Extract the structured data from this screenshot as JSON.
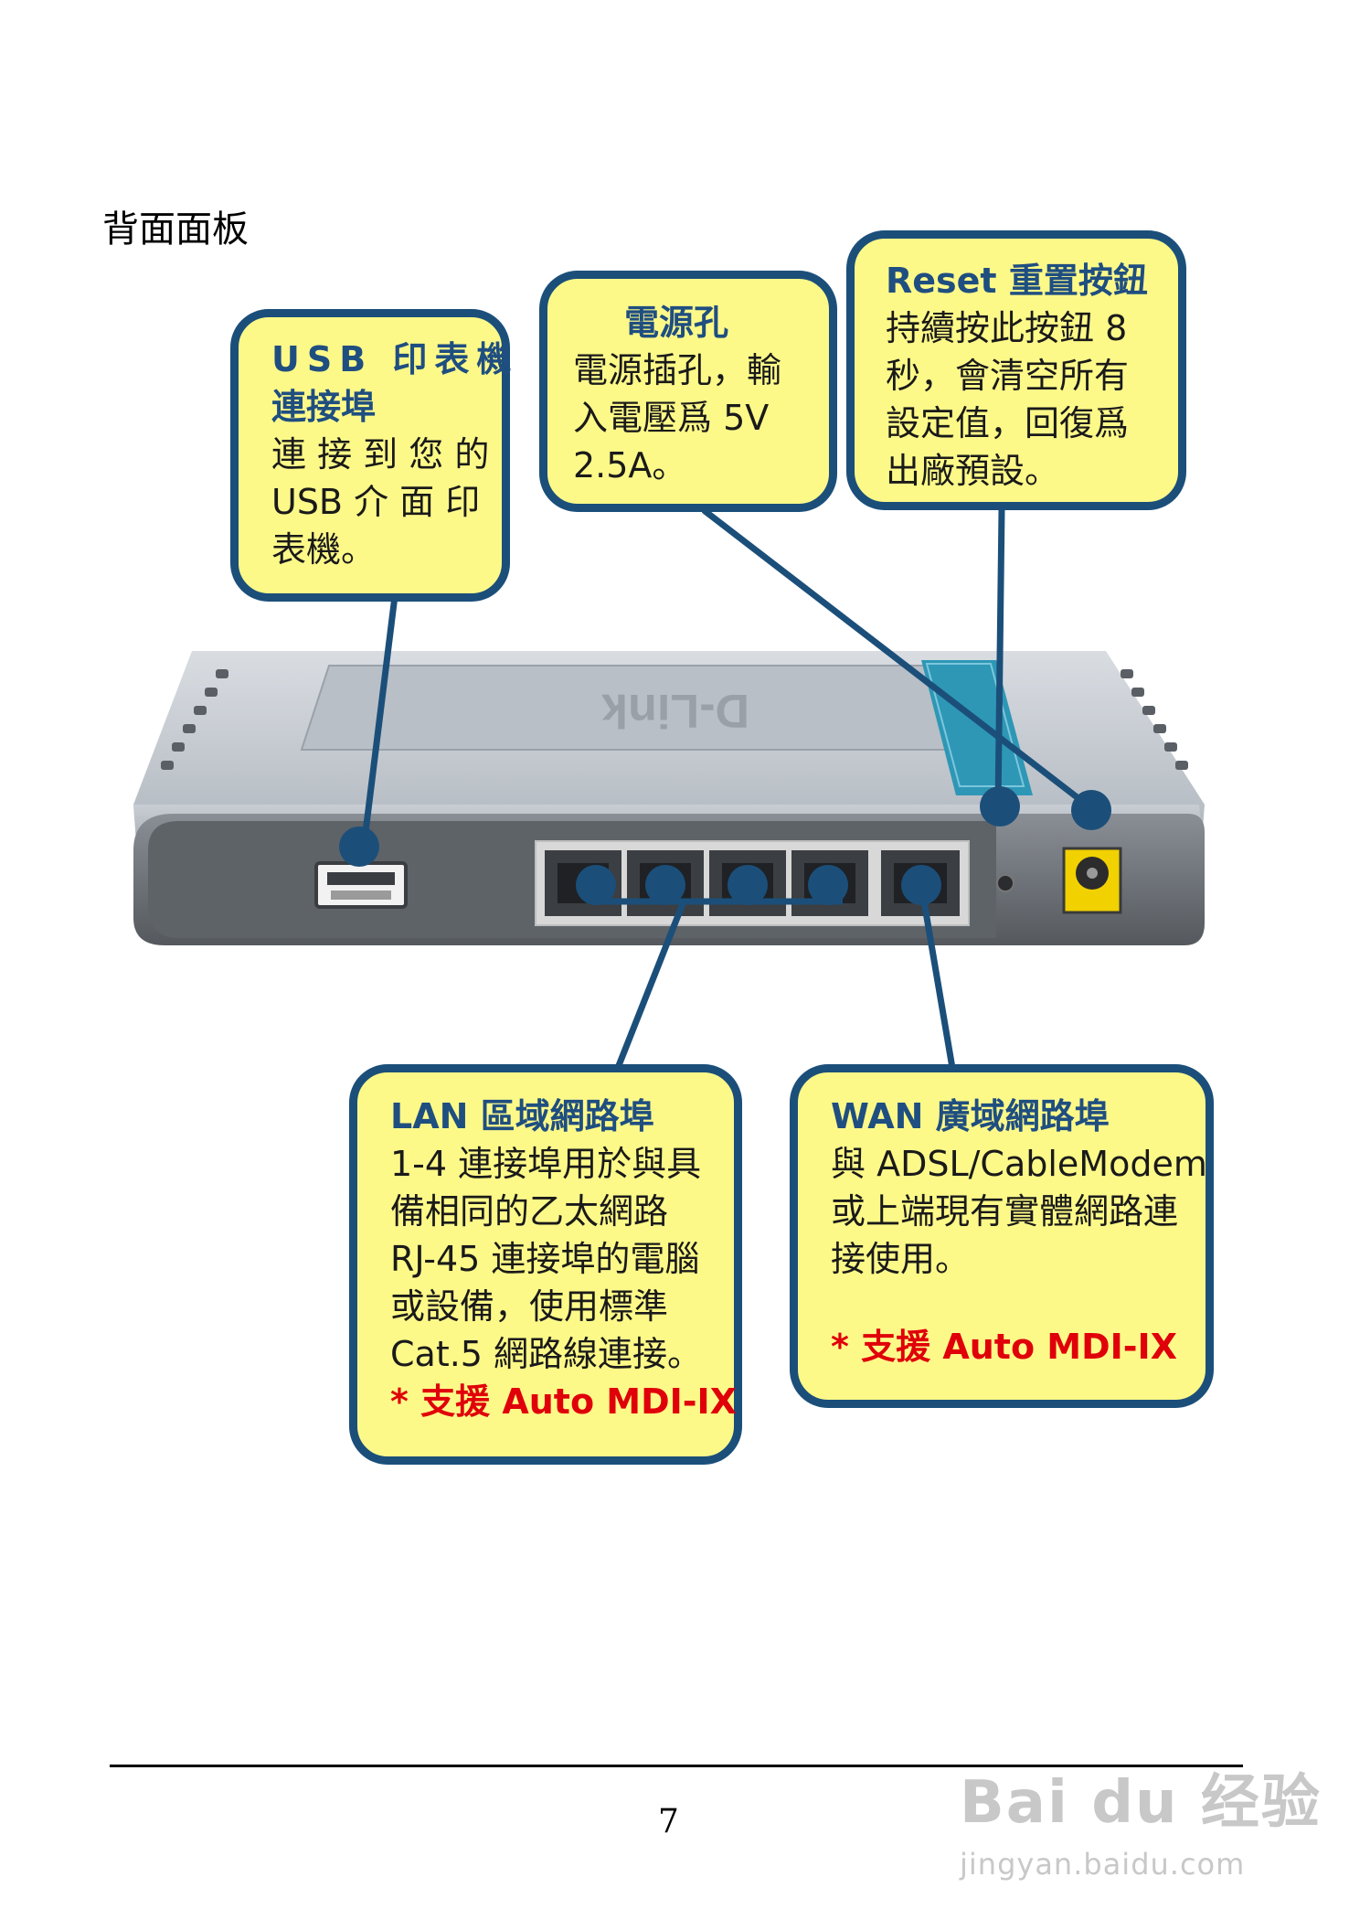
{
  "section_title": "背面面板",
  "callouts": {
    "usb": {
      "title_1": "USB 印表機",
      "title_2": "連接埠",
      "line_1": "連 接 到 您 的",
      "line_2": "USB  介 面 印",
      "line_3": "表機。"
    },
    "power": {
      "title": "電源孔",
      "line_1": "電源插孔，輸",
      "line_2": "入電壓爲 5V",
      "line_3": "2.5A。"
    },
    "reset": {
      "title": "Reset 重置按鈕",
      "line_1": "持續按此按鈕 8",
      "line_2": "秒，會清空所有",
      "line_3": "設定值，回復爲",
      "line_4": "出廠預設。"
    },
    "lan": {
      "title": "LAN 區域網路埠",
      "line_1": "1-4 連接埠用於與具",
      "line_2": "備相同的乙太網路",
      "line_3": "RJ-45 連接埠的電腦",
      "line_4": "或設備，使用標準",
      "line_5": "Cat.5 網路線連接。",
      "note": "* 支援 Auto MDI-IX"
    },
    "wan": {
      "title": "WAN 廣域網路埠",
      "line_1": "與 ADSL/CableModem",
      "line_2": "或上端現有實體網路連",
      "line_3": "接使用。",
      "note": "* 支援 Auto MDI-IX"
    }
  },
  "router_photo": {
    "brand": "D-Link"
  },
  "page_number": "7",
  "watermark": {
    "brand": "Bai du 经验",
    "url": "jingyan.baidu.com"
  },
  "colors": {
    "callout_fill": "#fdf989",
    "callout_border": "#1b4f7a",
    "title_blue": "#1f4e80",
    "note_red": "#e0000a",
    "leader": "#1b4f7a"
  }
}
